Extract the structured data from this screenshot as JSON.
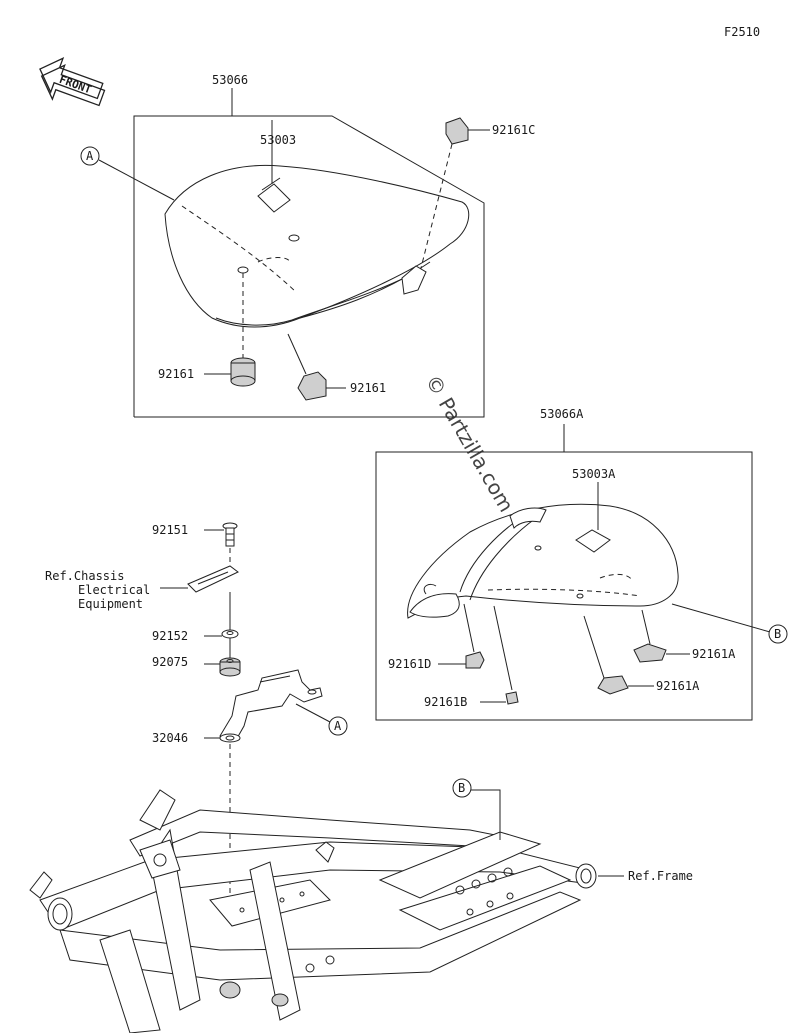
{
  "figure_code": "F2510",
  "front_label": "FRONT",
  "watermark": "© Partzilla.com",
  "callouts": {
    "a1": "A",
    "a2": "A",
    "b1": "B",
    "b2": "B"
  },
  "parts": {
    "seat_assy": "53066",
    "seat_assy_a": "53066A",
    "seat": "53003",
    "seat_a": "53003A",
    "damper_c": "92161C",
    "damper_left": "92161",
    "damper_right": "92161",
    "damper_d": "92161D",
    "damper_b": "92161B",
    "damper_a1": "92161A",
    "damper_a2": "92161A",
    "bolt": "92151",
    "collar": "92152",
    "grommet": "92075",
    "bracket": "32046"
  },
  "references": {
    "chassis_line1": "Ref.Chassis",
    "chassis_line2": "Electrical",
    "chassis_line3": "Equipment",
    "frame": "Ref.Frame"
  }
}
